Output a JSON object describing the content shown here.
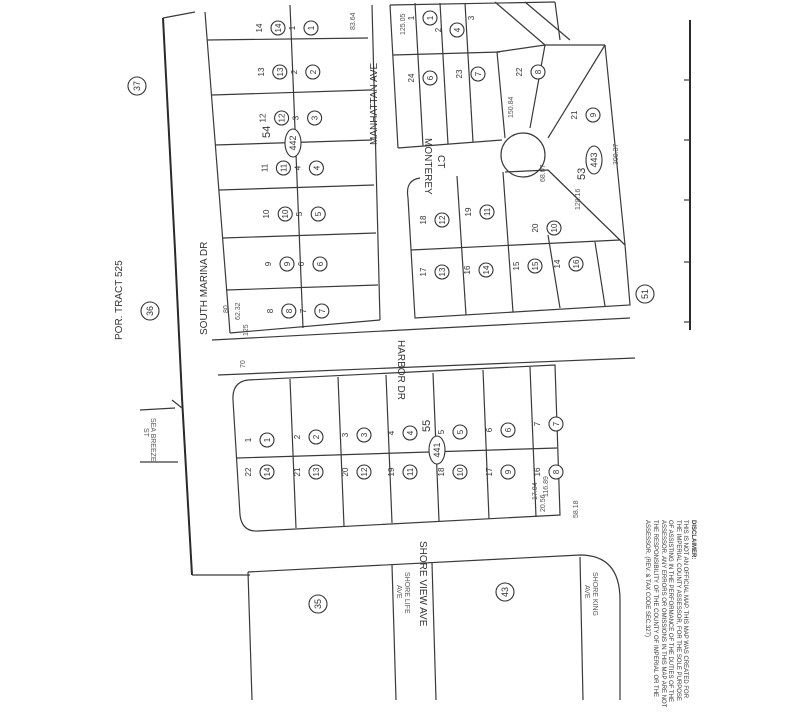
{
  "map": {
    "tract_label": "POR. TRACT 525",
    "streets": {
      "south_marina": "SOUTH MARINA DR",
      "harbor": "HARBOR DR",
      "manhattan": "MANHATTAN AVE",
      "monterey": "MONTEREY",
      "monterey_suffix": "CT",
      "shore_view": "SHORE VIEW AVE",
      "sea_breeze": "SEA BREEZE",
      "sea_breeze_suffix": "ST",
      "shore_life": "SHORE LIFE",
      "shore_life_suffix": "AVE",
      "shore_king": "SHORE KING",
      "shore_king_suffix": "AVE"
    },
    "area_numbers": [
      "37",
      "36",
      "35",
      "43",
      "51"
    ],
    "block_numbers": [
      "54",
      "55",
      "53"
    ],
    "book_pages": [
      "442",
      "441",
      "443"
    ],
    "block54_left": [
      {
        "lot": "14",
        "parcel": "14"
      },
      {
        "lot": "13",
        "parcel": "13"
      },
      {
        "lot": "12",
        "parcel": "12"
      },
      {
        "lot": "11",
        "parcel": "11"
      },
      {
        "lot": "10",
        "parcel": "10"
      },
      {
        "lot": "9",
        "parcel": "9"
      },
      {
        "lot": "8",
        "parcel": "8"
      }
    ],
    "block54_right": [
      {
        "lot": "1",
        "parcel": "1"
      },
      {
        "lot": "2",
        "parcel": "2"
      },
      {
        "lot": "3",
        "parcel": "3"
      },
      {
        "lot": "4",
        "parcel": "4"
      },
      {
        "lot": "5",
        "parcel": "5"
      },
      {
        "lot": "6",
        "parcel": "6"
      },
      {
        "lot": "7",
        "parcel": "7"
      }
    ],
    "block55_top": [
      {
        "lot": "1",
        "parcel": "1"
      },
      {
        "lot": "2",
        "parcel": "2"
      },
      {
        "lot": "3",
        "parcel": "3"
      },
      {
        "lot": "4",
        "parcel": "4"
      },
      {
        "lot": "5",
        "parcel": "5"
      },
      {
        "lot": "6",
        "parcel": "6"
      },
      {
        "lot": "7",
        "parcel": "7"
      }
    ],
    "block55_bottom": [
      {
        "lot": "22",
        "parcel": "14"
      },
      {
        "lot": "21",
        "parcel": "13"
      },
      {
        "lot": "20",
        "parcel": "12"
      },
      {
        "lot": "19",
        "parcel": "11"
      },
      {
        "lot": "18",
        "parcel": "10"
      },
      {
        "lot": "17",
        "parcel": "9"
      },
      {
        "lot": "16",
        "parcel": "8"
      }
    ],
    "block53_upper": [
      {
        "lot": "1",
        "parcel": "1"
      },
      {
        "lot": "2",
        "parcel": "4"
      },
      {
        "lot": "3",
        "parcel": ""
      },
      {
        "lot": "24",
        "parcel": "6"
      },
      {
        "lot": "23",
        "parcel": "7"
      },
      {
        "lot": "22",
        "parcel": "8"
      },
      {
        "lot": "21",
        "parcel": "9"
      }
    ],
    "block53_lower": [
      {
        "lot": "18",
        "parcel": "12"
      },
      {
        "lot": "19",
        "parcel": "11"
      },
      {
        "lot": "20",
        "parcel": "10"
      },
      {
        "lot": "17",
        "parcel": "13"
      },
      {
        "lot": "16",
        "parcel": "14"
      },
      {
        "lot": "15",
        "parcel": "15"
      },
      {
        "lot": "14",
        "parcel": "16"
      }
    ],
    "dimensions": [
      "80",
      "125",
      "62.32",
      "83.64",
      "125.05",
      "150.84",
      "68.07",
      "128.16",
      "300.37",
      "116.89",
      "58.18",
      "17.04",
      "20.56",
      "70"
    ],
    "disclaimer": {
      "heading": "DISCLAIMER:",
      "text": "THIS IS NOT AN OFFICIAL MAP. THIS MAP WAS CREATED FOR THE IMPERIAL COUNTY ASSESSOR, FOR THE SOLE PURPOSE OF ASSISTING IN THE PERFORMANCE OF THE DUTIES OF THE ASSESSOR. ANY ERRORS OR OMISSIONS IN THIS MAP ARE NOT THE RESPONSIBILITY OF THE COUNTY OF IMPERIAL OR THE ASSESSOR. (REV. & TAX CODE SEC.327)"
    }
  }
}
